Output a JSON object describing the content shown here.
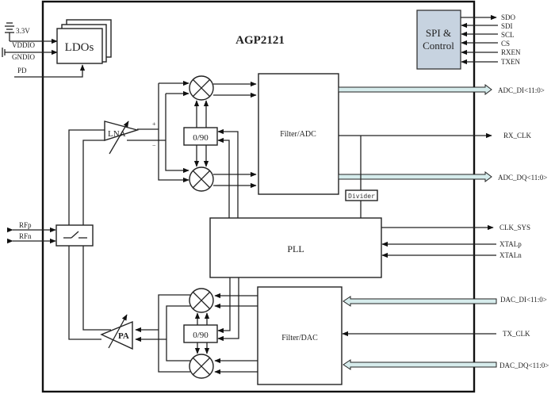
{
  "title": "AGP2121",
  "colors": {
    "spi_fill": "#c7d3e0",
    "bus_fill": "#d6ecec",
    "line": "#222222"
  },
  "power": {
    "supply_label": "3.3V",
    "pins": [
      "VDDIO",
      "GNDIO",
      "PD"
    ],
    "ldo_label": "LDOs"
  },
  "spi": {
    "label_line1": "SPI &",
    "label_line2": "Control",
    "pins": [
      "SDO",
      "SDI",
      "SCL",
      "CS",
      "RXEN",
      "TXEN"
    ]
  },
  "rf": {
    "pins": [
      "RFp",
      "RFn"
    ]
  },
  "rx": {
    "lna_label": "LNA",
    "plus": "+",
    "minus": "−",
    "phase_label": "0/90",
    "filter_label": "Filter/ADC",
    "divider_label": "Divider",
    "outputs": [
      "ADC_DI<11:0>",
      "RX_CLK",
      "ADC_DQ<11:0>"
    ]
  },
  "pll": {
    "label": "PLL",
    "pins": [
      "CLK_SYS",
      "XTALp",
      "XTALn"
    ]
  },
  "tx": {
    "pa_label": "PA",
    "phase_label": "0/90",
    "filter_label": "Filter/DAC",
    "inputs": [
      "DAC_DI<11:0>",
      "TX_CLK",
      "DAC_DQ<11:0>"
    ]
  }
}
